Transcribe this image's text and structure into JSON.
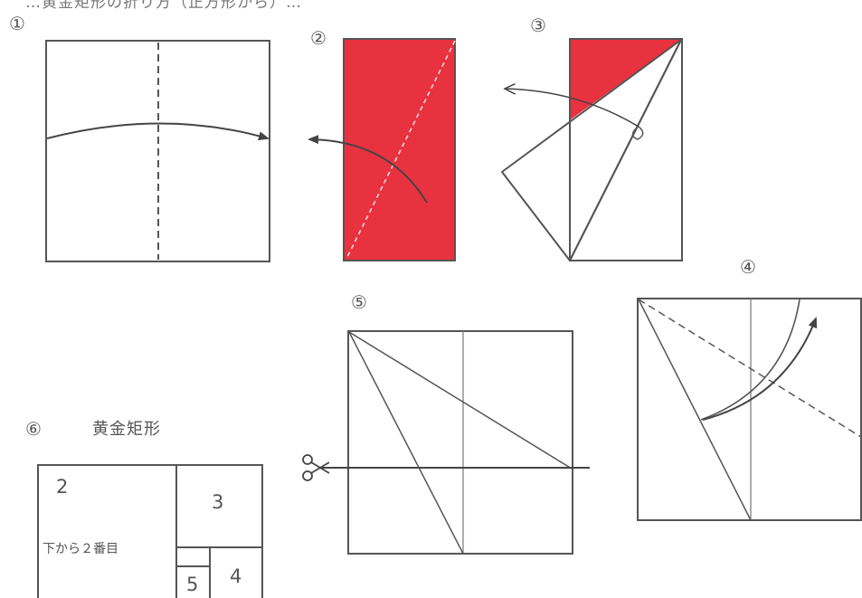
{
  "header": {
    "text": "…黄金矩形の折り方（正方形から）…"
  },
  "steps": [
    {
      "label": "①"
    },
    {
      "label": "②"
    },
    {
      "label": "③"
    },
    {
      "label": "④"
    },
    {
      "label": "⑤"
    },
    {
      "label": "⑥"
    }
  ],
  "step6": {
    "title": "黄金矩形",
    "cells": {
      "c2": "2",
      "c3": "3",
      "c4": "4",
      "c5": "5"
    },
    "note": "下から２番目"
  },
  "colors": {
    "paper_red": "#e8323f",
    "line": "#444444",
    "fold_line": "#666666"
  },
  "icons": {
    "scissors": "scissors-icon",
    "arrow": "fold-arrow-icon"
  }
}
